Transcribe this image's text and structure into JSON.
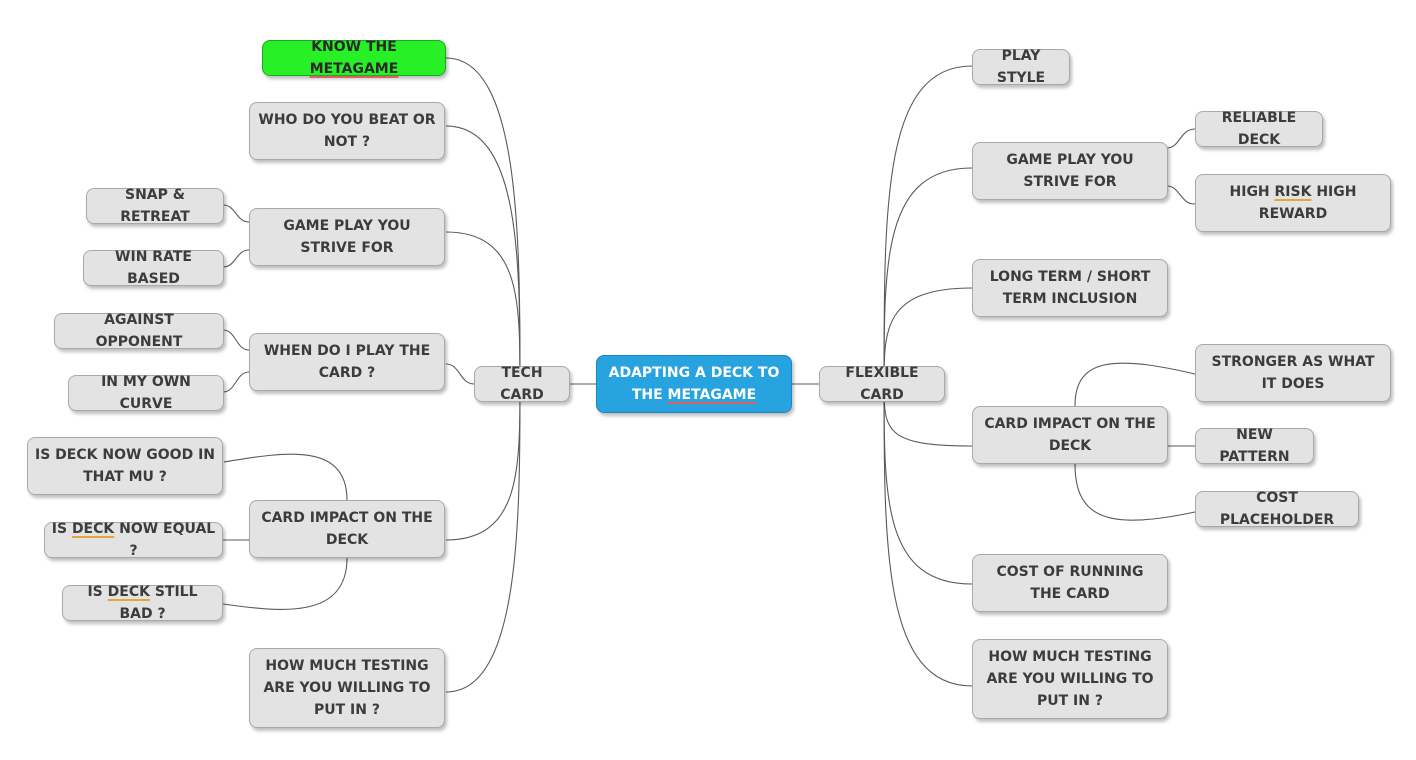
{
  "root": {
    "line1": "ADAPTING A DECK TO",
    "line2_pre": "THE ",
    "line2_u": "METAGAME"
  },
  "tech": {
    "label": "TECH CARD",
    "know": {
      "pre": "KNOW THE ",
      "u": "METAGAME"
    },
    "who": "WHO DO YOU BEAT OR NOT ?",
    "gameplay": "GAME PLAY YOU STRIVE FOR",
    "snap": "SNAP & RETREAT",
    "winrate": "WIN RATE BASED",
    "when": "WHEN DO I PLAY THE CARD ?",
    "against": "AGAINST OPPONENT",
    "curve": "IN MY OWN CURVE",
    "impact": "CARD IMPACT ON THE DECK",
    "good": "IS DECK NOW GOOD IN THAT MU ?",
    "equal": {
      "pre": "IS ",
      "u": "DECK",
      "post": " NOW EQUAL ?"
    },
    "bad": {
      "pre": "IS ",
      "u": "DECK",
      "post": " STILL BAD ?"
    },
    "testing": "HOW MUCH TESTING ARE YOU WILLING TO PUT IN ?"
  },
  "flex": {
    "label": "FLEXIBLE CARD",
    "playstyle": "PLAY STYLE",
    "gameplay": "GAME PLAY YOU STRIVE FOR",
    "reliable": "RELIABLE DECK",
    "highrisk": {
      "pre": "HIGH ",
      "u": "RISK",
      "post": " HIGH REWARD"
    },
    "longterm": "LONG TERM / SHORT TERM INCLUSION",
    "impact": "CARD IMPACT ON THE DECK",
    "stronger": "STRONGER AS WHAT IT DOES",
    "pattern": "NEW PATTERN",
    "cost": "COST PLACEHOLDER",
    "running": "COST OF RUNNING THE CARD",
    "testing": "HOW MUCH TESTING ARE YOU WILLING TO PUT IN ?"
  }
}
